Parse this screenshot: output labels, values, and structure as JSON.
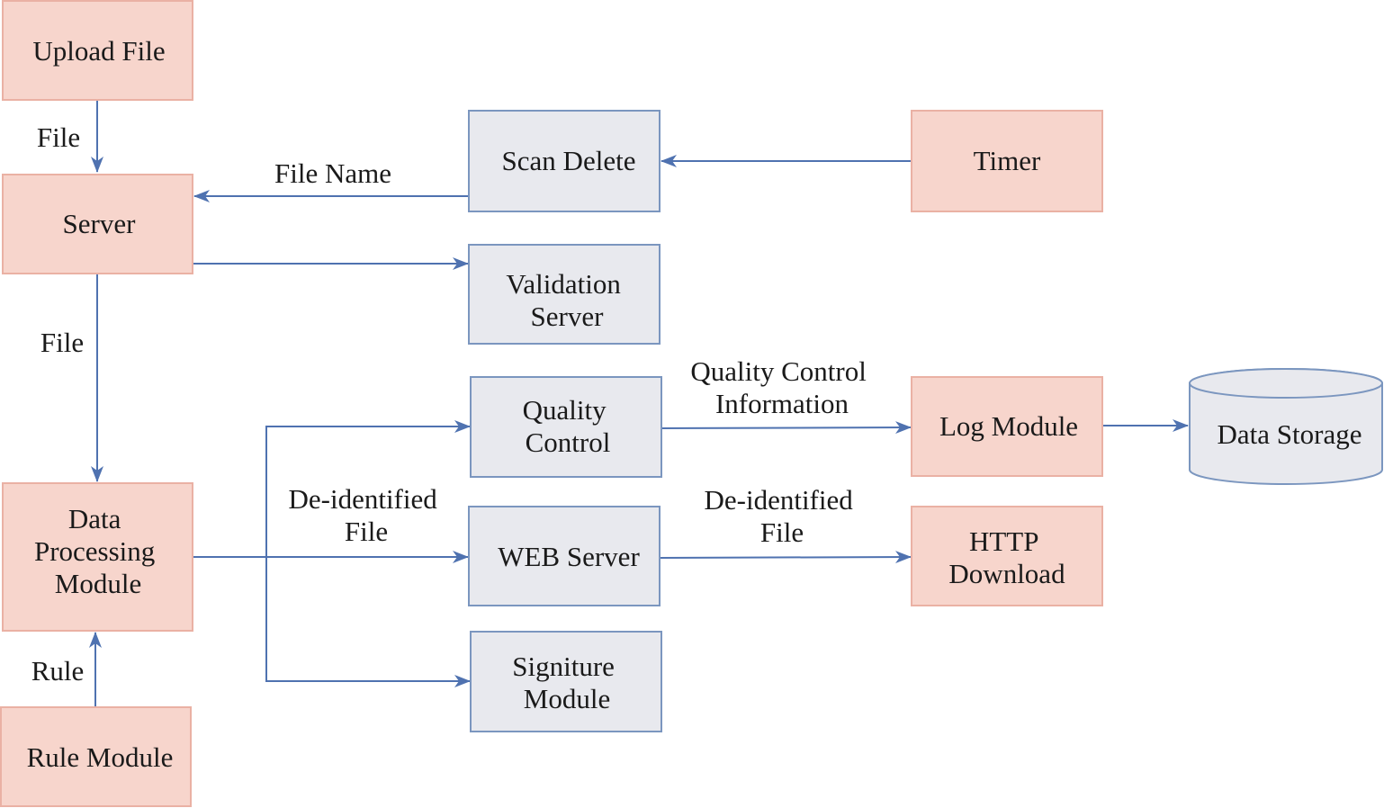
{
  "nodes": {
    "upload_file": {
      "lines": [
        "Upload File"
      ],
      "color": "#f7d5cc"
    },
    "server": {
      "lines": [
        "Server"
      ],
      "color": "#f7d5cc"
    },
    "data_processing": {
      "lines": [
        "Data",
        "Processing",
        "Module"
      ],
      "color": "#f7d5cc"
    },
    "rule_module": {
      "lines": [
        "Rule Module"
      ],
      "color": "#f7d5cc"
    },
    "scan_delete": {
      "lines": [
        "Scan Delete"
      ],
      "color": "#e8e9ee"
    },
    "timer": {
      "lines": [
        "Timer"
      ],
      "color": "#f7d5cc"
    },
    "validation_server": {
      "lines": [
        "Validation",
        "Server"
      ],
      "color": "#e8e9ee"
    },
    "quality_control": {
      "lines": [
        "Quality",
        "Control"
      ],
      "color": "#e8e9ee"
    },
    "log_module": {
      "lines": [
        "Log Module"
      ],
      "color": "#f7d5cc"
    },
    "data_storage": {
      "lines": [
        "Data Storage"
      ],
      "color": "#e8e9ee"
    },
    "web_server": {
      "lines": [
        "WEB Server"
      ],
      "color": "#e8e9ee"
    },
    "http_download": {
      "lines": [
        "HTTP",
        "Download"
      ],
      "color": "#f7d5cc"
    },
    "signiture_module": {
      "lines": [
        "Signiture",
        "Module"
      ],
      "color": "#e8e9ee"
    }
  },
  "edge_labels": {
    "upload_to_server": [
      "File"
    ],
    "scan_to_server": [
      "File Name"
    ],
    "server_to_processing": [
      "File"
    ],
    "rule_to_processing": [
      "Rule"
    ],
    "processing_to_web": [
      "De-identified",
      "File"
    ],
    "qc_to_log": [
      "Quality Control",
      "Information"
    ],
    "web_to_http": [
      "De-identified",
      "File"
    ]
  },
  "colors": {
    "edge": "#4f72b0",
    "pink_border": "#eab1a4",
    "gray_border": "#7b96bf"
  }
}
